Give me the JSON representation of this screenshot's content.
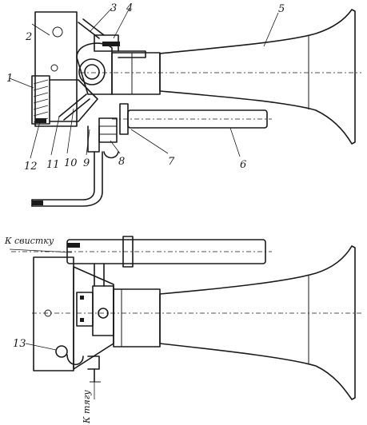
{
  "callouts": {
    "n1": "1",
    "n2": "2",
    "n3": "3",
    "n4": "4",
    "n5": "5",
    "n6": "6",
    "n7": "7",
    "n8": "8",
    "n9": "9",
    "n10": "10",
    "n11": "11",
    "n12": "12",
    "n13": "13"
  },
  "notes": {
    "to_light": "К свистку",
    "to_drum": "К тягу"
  }
}
